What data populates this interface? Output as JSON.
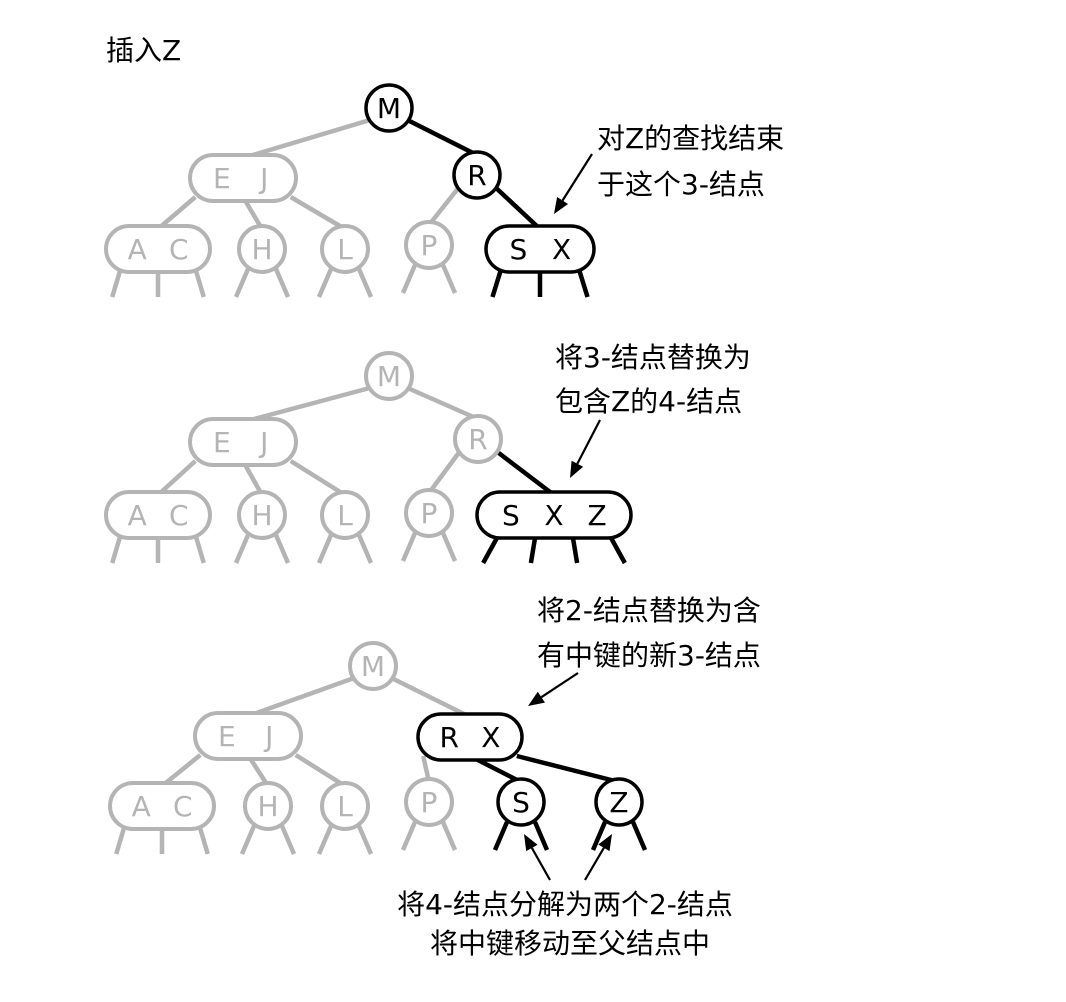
{
  "title": "插入Z",
  "steps": [
    {
      "annotation": [
        "对Z的查找结束",
        "于这个3-结点"
      ],
      "nodes": [
        {
          "id": "M",
          "keys": [
            "M"
          ],
          "highlight": true
        },
        {
          "id": "EJ",
          "keys": [
            "E",
            "J"
          ],
          "highlight": false
        },
        {
          "id": "R",
          "keys": [
            "R"
          ],
          "highlight": true
        },
        {
          "id": "AC",
          "keys": [
            "A",
            "C"
          ],
          "highlight": false
        },
        {
          "id": "H",
          "keys": [
            "H"
          ],
          "highlight": false
        },
        {
          "id": "L",
          "keys": [
            "L"
          ],
          "highlight": false
        },
        {
          "id": "P",
          "keys": [
            "P"
          ],
          "highlight": false
        },
        {
          "id": "SX",
          "keys": [
            "S",
            "X"
          ],
          "highlight": true
        }
      ]
    },
    {
      "annotation": [
        "将3-结点替换为",
        "包含Z的4-结点"
      ],
      "nodes": [
        {
          "id": "M",
          "keys": [
            "M"
          ],
          "highlight": false
        },
        {
          "id": "EJ",
          "keys": [
            "E",
            "J"
          ],
          "highlight": false
        },
        {
          "id": "R",
          "keys": [
            "R"
          ],
          "highlight": false
        },
        {
          "id": "AC",
          "keys": [
            "A",
            "C"
          ],
          "highlight": false
        },
        {
          "id": "H",
          "keys": [
            "H"
          ],
          "highlight": false
        },
        {
          "id": "L",
          "keys": [
            "L"
          ],
          "highlight": false
        },
        {
          "id": "P",
          "keys": [
            "P"
          ],
          "highlight": false
        },
        {
          "id": "SXZ",
          "keys": [
            "S",
            "X",
            "Z"
          ],
          "highlight": true
        }
      ]
    },
    {
      "annotation": [
        "将2-结点替换为含",
        "有中键的新3-结点"
      ],
      "nodes": [
        {
          "id": "M",
          "keys": [
            "M"
          ],
          "highlight": false
        },
        {
          "id": "EJ",
          "keys": [
            "E",
            "J"
          ],
          "highlight": false
        },
        {
          "id": "RX",
          "keys": [
            "R",
            "X"
          ],
          "highlight": true
        },
        {
          "id": "AC",
          "keys": [
            "A",
            "C"
          ],
          "highlight": false
        },
        {
          "id": "H",
          "keys": [
            "H"
          ],
          "highlight": false
        },
        {
          "id": "L",
          "keys": [
            "L"
          ],
          "highlight": false
        },
        {
          "id": "P",
          "keys": [
            "P"
          ],
          "highlight": false
        },
        {
          "id": "S",
          "keys": [
            "S"
          ],
          "highlight": true
        },
        {
          "id": "Z",
          "keys": [
            "Z"
          ],
          "highlight": true
        }
      ]
    }
  ],
  "bottom_annotation": [
    "将4-结点分解为两个2-结点",
    "将中键移动至父结点中"
  ],
  "colors": {
    "highlight": "#000000",
    "faded": "#b4b4b4",
    "node_fill": "#ffffff"
  }
}
